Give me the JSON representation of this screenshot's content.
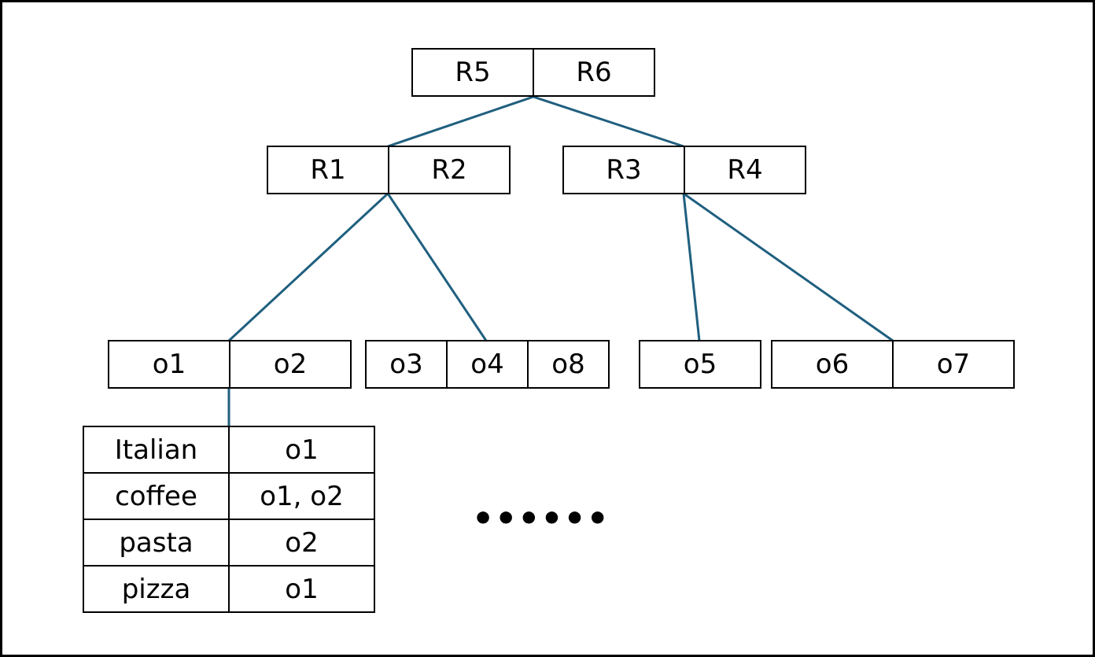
{
  "colors": {
    "edge": "#1f5f7f",
    "border": "#000000"
  },
  "tree": {
    "root": [
      "R5",
      "R6"
    ],
    "level1_left": [
      "R1",
      "R2"
    ],
    "level1_right": [
      "R3",
      "R4"
    ],
    "leaf_a": [
      "o1",
      "o2"
    ],
    "leaf_b": [
      "o3",
      "o4",
      "o8"
    ],
    "leaf_c": [
      "o5"
    ],
    "leaf_d": [
      "o6",
      "o7"
    ]
  },
  "inverted_index": {
    "rows": [
      {
        "keyword": "Italian",
        "objects": "o1"
      },
      {
        "keyword": "coffee",
        "objects": "o1, o2"
      },
      {
        "keyword": "pasta",
        "objects": "o2"
      },
      {
        "keyword": "pizza",
        "objects": "o1"
      }
    ]
  },
  "ellipsis": "••••••"
}
